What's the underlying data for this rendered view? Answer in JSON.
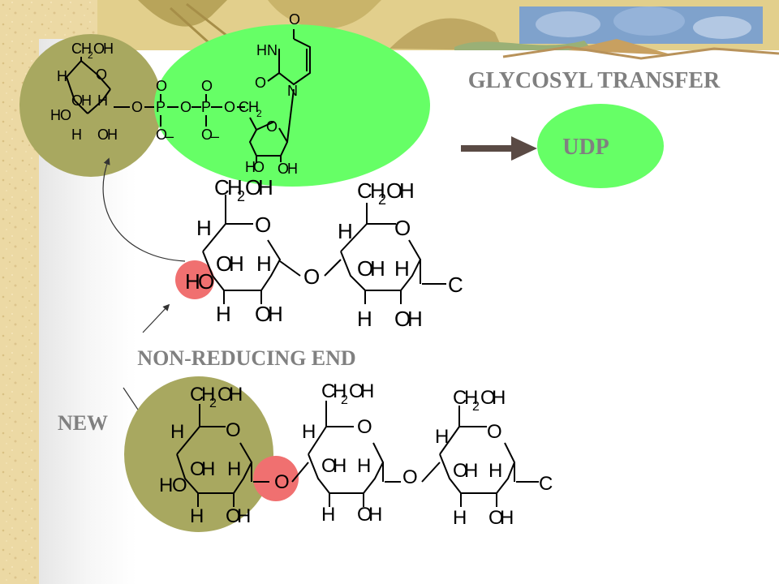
{
  "title": "GLYCOSYL TRANSFER",
  "udp_label": "UDP",
  "nonreducing_label": "NON-REDUCING END",
  "new_label": "NEW",
  "colors": {
    "udp_green": "#66ff66",
    "glucose_olive": "#a8a860",
    "hydroxyl_red": "#f07070",
    "title_gray": "#808080",
    "arrow_brown": "#5a4a44",
    "parchment": "#ecd9a4"
  },
  "udp_glucose": {
    "ch2oh": [
      "C",
      "H",
      "2",
      "O",
      "H"
    ],
    "ring_h_top": "H",
    "ring_o": "O",
    "oh_left": [
      "O",
      "H"
    ],
    "h_right": "H",
    "ho": [
      "H",
      "O"
    ],
    "h_bottom": "H",
    "oh_bottom": [
      "O",
      "H"
    ],
    "o_link1": "O",
    "p1": "P",
    "o_p1_top": "O",
    "o_p1_bot": [
      "O",
      "–"
    ],
    "o_link2": "O",
    "p2": "P",
    "o_p2_top": "O",
    "o_p2_bot": [
      "O",
      "–"
    ],
    "o_link3": "O",
    "ch2": [
      "C",
      "H",
      "2"
    ],
    "ribose_o": "O",
    "ribose_ho": [
      "H",
      "O"
    ],
    "ribose_oh": [
      "O",
      "H"
    ],
    "uracil_o_top": "O",
    "uracil_hn": "HN",
    "uracil_o_left": "O",
    "uracil_n": "N"
  },
  "chain_before": {
    "units": [
      {
        "ch2oh": [
          "C",
          "H",
          "2",
          "O",
          "H"
        ],
        "h_top": "H",
        "o_ring": "O",
        "oh": [
          "O",
          "H"
        ],
        "h_right": "H",
        "h_bottom": "H",
        "oh_bottom": [
          "O",
          "H"
        ]
      },
      {
        "ch2oh": [
          "C",
          "H",
          "2",
          "O",
          "H"
        ],
        "h_top": "H",
        "o_ring": "O",
        "oh": [
          "O",
          "H"
        ],
        "h_right": "H",
        "h_bottom": "H",
        "oh_bottom": [
          "O",
          "H"
        ]
      }
    ],
    "ho": [
      "H",
      "O"
    ],
    "o_link": "O",
    "c_end": "C"
  },
  "chain_after": {
    "units": [
      {
        "ch2oh": [
          "C",
          "H",
          "2",
          "O",
          "H"
        ],
        "h_top": "H",
        "o_ring": "O",
        "oh": [
          "O",
          "H"
        ],
        "h_right": "H",
        "h_bottom": "H",
        "oh_bottom": [
          "O",
          "H"
        ]
      },
      {
        "ch2oh": [
          "C",
          "H",
          "2",
          "O",
          "H"
        ],
        "h_top": "H",
        "o_ring": "O",
        "oh": [
          "O",
          "H"
        ],
        "h_right": "H",
        "h_bottom": "H",
        "oh_bottom": [
          "O",
          "H"
        ]
      },
      {
        "ch2oh": [
          "C",
          "H",
          "2",
          "O",
          "H"
        ],
        "h_top": "H",
        "o_ring": "O",
        "oh": [
          "O",
          "H"
        ],
        "h_right": "H",
        "h_bottom": "H",
        "oh_bottom": [
          "O",
          "H"
        ]
      }
    ],
    "ho": [
      "H",
      "O"
    ],
    "o_link1": "O",
    "o_link2": "O",
    "c_end": "C"
  }
}
